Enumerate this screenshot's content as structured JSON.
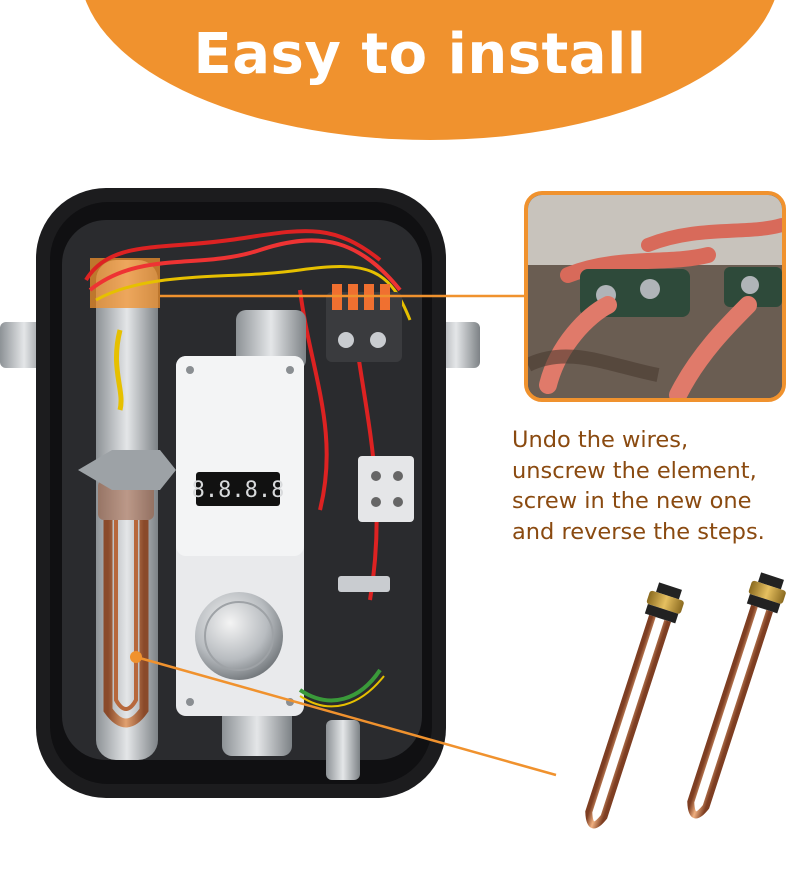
{
  "banner": {
    "title": "Easy to install"
  },
  "caption": {
    "lines": [
      "Undo the wires,",
      "unscrew the element,",
      "screw in the new one",
      "and reverse the steps."
    ]
  },
  "colors": {
    "accent": "#f0922e",
    "caption_text": "#8a4a10",
    "copper": "#c87a4a"
  },
  "display": {
    "readout": "8.8.8.8"
  }
}
